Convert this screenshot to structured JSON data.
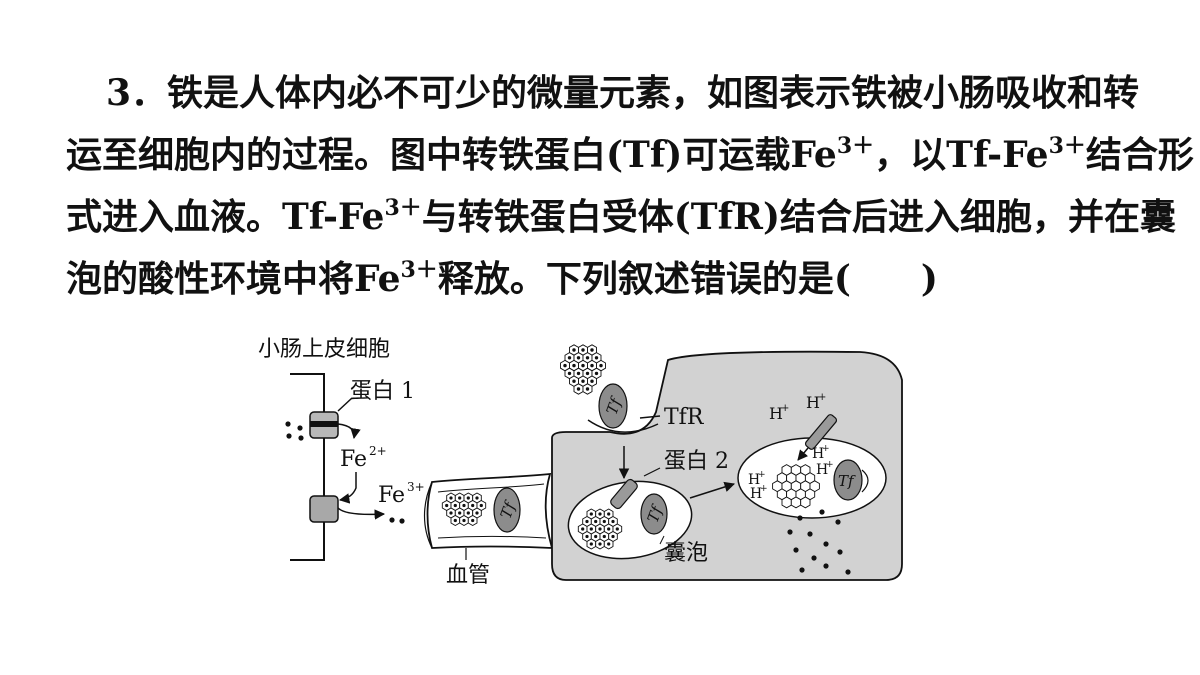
{
  "question": {
    "line1": "3．铁是人体内必不可少的微量元素，如图表示铁被小肠吸收和转",
    "line2_a": "运至细胞内的过程。图中转铁蛋白(Tf)可运载Fe",
    "line2_b": "，以Tf-Fe",
    "line2_c": "结合形",
    "line3_a": "式进入血液。Tf-Fe",
    "line3_b": "与转铁蛋白受体(TfR)结合后进入细胞，并在囊",
    "line4_a": "泡的酸性环境中将Fe",
    "line4_b": "释放。下列叙述错误的是(",
    "line4_c": ")",
    "charge": "3＋"
  },
  "figure": {
    "label_cell": "小肠上皮细胞",
    "label_protein1": "蛋白 1",
    "label_fe2": "Fe",
    "label_fe2_charge": "2+",
    "label_fe3": "Fe",
    "label_fe3_charge": "3+",
    "label_tfr": "TfR",
    "label_protein2": "蛋白 2",
    "label_vesicle": "囊泡",
    "label_vessel": "血管",
    "tf": "Tf",
    "h": "H",
    "h_charge": "+"
  },
  "colors": {
    "cell_fill": "#d2d2d2",
    "dark_gray": "#8c8c8c",
    "line": "#111111"
  }
}
